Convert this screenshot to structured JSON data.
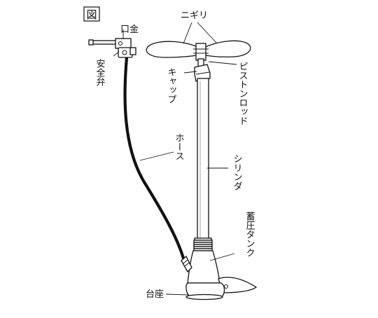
{
  "figure_tag": "図",
  "labels": {
    "mouthpiece": "口金",
    "safety_valve": "安全弁",
    "handle": "ニギリ",
    "cap": "キャップ",
    "piston_rod": "ピストンロッド",
    "hose": "ホース",
    "cylinder": "シリンダ",
    "pressure_tank": "蓄圧タンク",
    "base": "台座"
  },
  "colors": {
    "line": "#111111",
    "background": "#ffffff",
    "hose": "#111111"
  }
}
